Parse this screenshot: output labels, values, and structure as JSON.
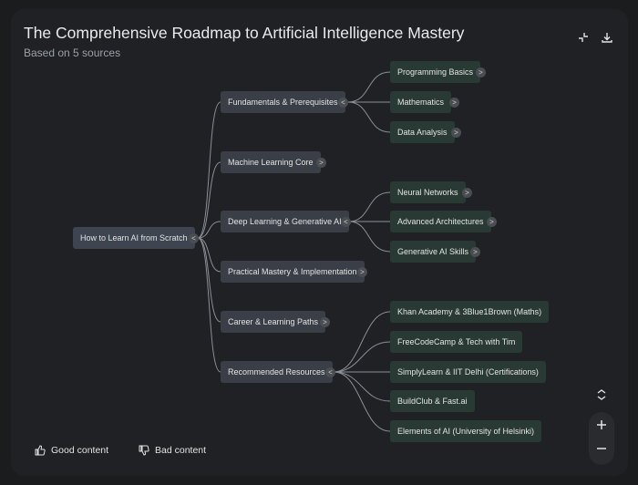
{
  "header": {
    "title": "The Comprehensive Roadmap to Artificial Intelligence Mastery",
    "subtitle": "Based on 5 sources",
    "collapse_icon": "collapse-icon",
    "download_icon": "download-icon"
  },
  "mindmap": {
    "root": {
      "label": "How to Learn AI from Scratch",
      "toggle": "<"
    },
    "branches": [
      {
        "label": "Fundamentals & Prerequisites",
        "toggle": "<",
        "children": [
          {
            "label": "Programming Basics",
            "toggle": ">"
          },
          {
            "label": "Mathematics",
            "toggle": ">"
          },
          {
            "label": "Data Analysis",
            "toggle": ">"
          }
        ]
      },
      {
        "label": "Machine Learning Core",
        "toggle": ">",
        "children": []
      },
      {
        "label": "Deep Learning & Generative AI",
        "toggle": "<",
        "children": [
          {
            "label": "Neural Networks",
            "toggle": ">"
          },
          {
            "label": "Advanced Architectures",
            "toggle": ">"
          },
          {
            "label": "Generative AI Skills",
            "toggle": ">"
          }
        ]
      },
      {
        "label": "Practical Mastery & Implementation",
        "toggle": ">",
        "children": []
      },
      {
        "label": "Career & Learning Paths",
        "toggle": ">",
        "children": []
      },
      {
        "label": "Recommended Resources",
        "toggle": "<",
        "children": [
          {
            "label": "Khan Academy & 3Blue1Brown (Maths)",
            "toggle": ""
          },
          {
            "label": "FreeCodeCamp & Tech with Tim",
            "toggle": ""
          },
          {
            "label": "SimplyLearn & IIT Delhi (Certifications)",
            "toggle": ""
          },
          {
            "label": "BuildClub & Fast.ai",
            "toggle": ""
          },
          {
            "label": "Elements of AI (University of Helsinki)",
            "toggle": ""
          }
        ]
      }
    ]
  },
  "feedback": {
    "good_label": "Good content",
    "bad_label": "Bad content",
    "good_icon": "thumbs-up-icon",
    "bad_icon": "thumbs-down-icon"
  },
  "controls": {
    "expand_icon": "expand-vertical-icon",
    "zoom_in_icon": "plus-icon",
    "zoom_out_icon": "minus-icon"
  }
}
